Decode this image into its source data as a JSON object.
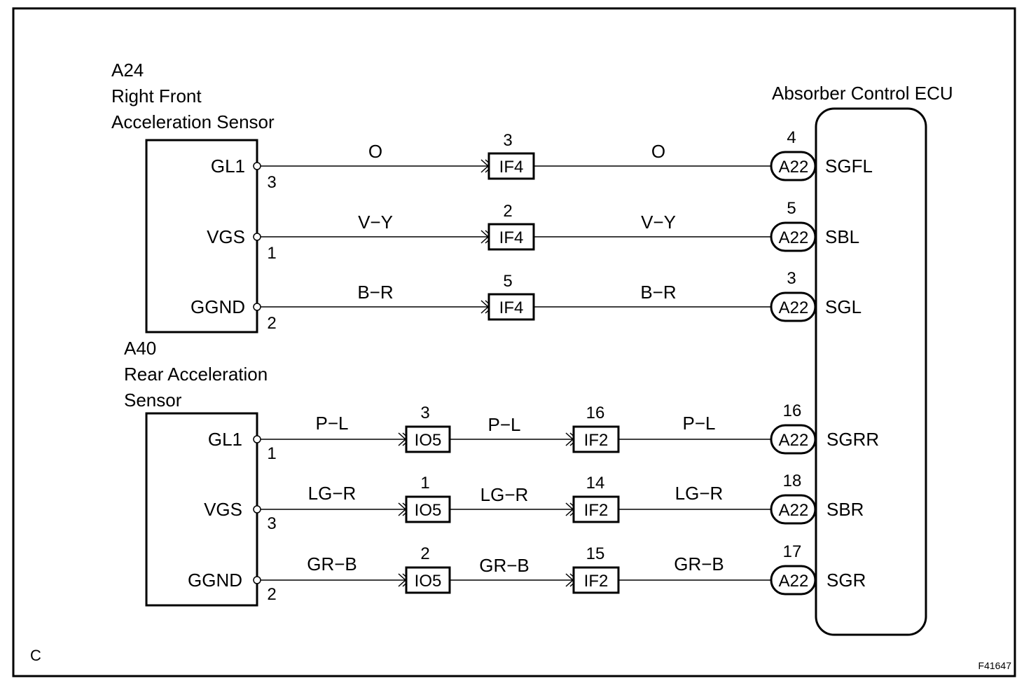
{
  "frame_letter": "C",
  "figure_code": "F41647",
  "sensor_front": {
    "code": "A24",
    "name_line1": "Right Front",
    "name_line2": "Acceleration Sensor"
  },
  "sensor_rear": {
    "code": "A40",
    "name_line1": "Rear Acceleration",
    "name_line2": "Sensor"
  },
  "ecu": {
    "name": "Absorber Control ECU"
  },
  "front_circuits": [
    {
      "term": "GL1",
      "sensor_pin": "3",
      "wire1": "O",
      "jc": "IF4",
      "jc_pin": "3",
      "wire2": "O",
      "ecu_conn": "A22",
      "ecu_pin": "4",
      "ecu_term": "SGFL"
    },
    {
      "term": "VGS",
      "sensor_pin": "1",
      "wire1": "V−Y",
      "jc": "IF4",
      "jc_pin": "2",
      "wire2": "V−Y",
      "ecu_conn": "A22",
      "ecu_pin": "5",
      "ecu_term": "SBL"
    },
    {
      "term": "GGND",
      "sensor_pin": "2",
      "wire1": "B−R",
      "jc": "IF4",
      "jc_pin": "5",
      "wire2": "B−R",
      "ecu_conn": "A22",
      "ecu_pin": "3",
      "ecu_term": "SGL"
    }
  ],
  "rear_circuits": [
    {
      "term": "GL1",
      "sensor_pin": "1",
      "wire1": "P−L",
      "jc1": "IO5",
      "jc1_pin": "3",
      "wire2": "P−L",
      "jc2": "IF2",
      "jc2_pin": "16",
      "wire3": "P−L",
      "ecu_conn": "A22",
      "ecu_pin": "16",
      "ecu_term": "SGRR"
    },
    {
      "term": "VGS",
      "sensor_pin": "3",
      "wire1": "LG−R",
      "jc1": "IO5",
      "jc1_pin": "1",
      "wire2": "LG−R",
      "jc2": "IF2",
      "jc2_pin": "14",
      "wire3": "LG−R",
      "ecu_conn": "A22",
      "ecu_pin": "18",
      "ecu_term": "SBR"
    },
    {
      "term": "GGND",
      "sensor_pin": "2",
      "wire1": "GR−B",
      "jc1": "IO5",
      "jc1_pin": "2",
      "wire2": "GR−B",
      "jc2": "IF2",
      "jc2_pin": "15",
      "wire3": "GR−B",
      "ecu_conn": "A22",
      "ecu_pin": "17",
      "ecu_term": "SGR"
    }
  ]
}
